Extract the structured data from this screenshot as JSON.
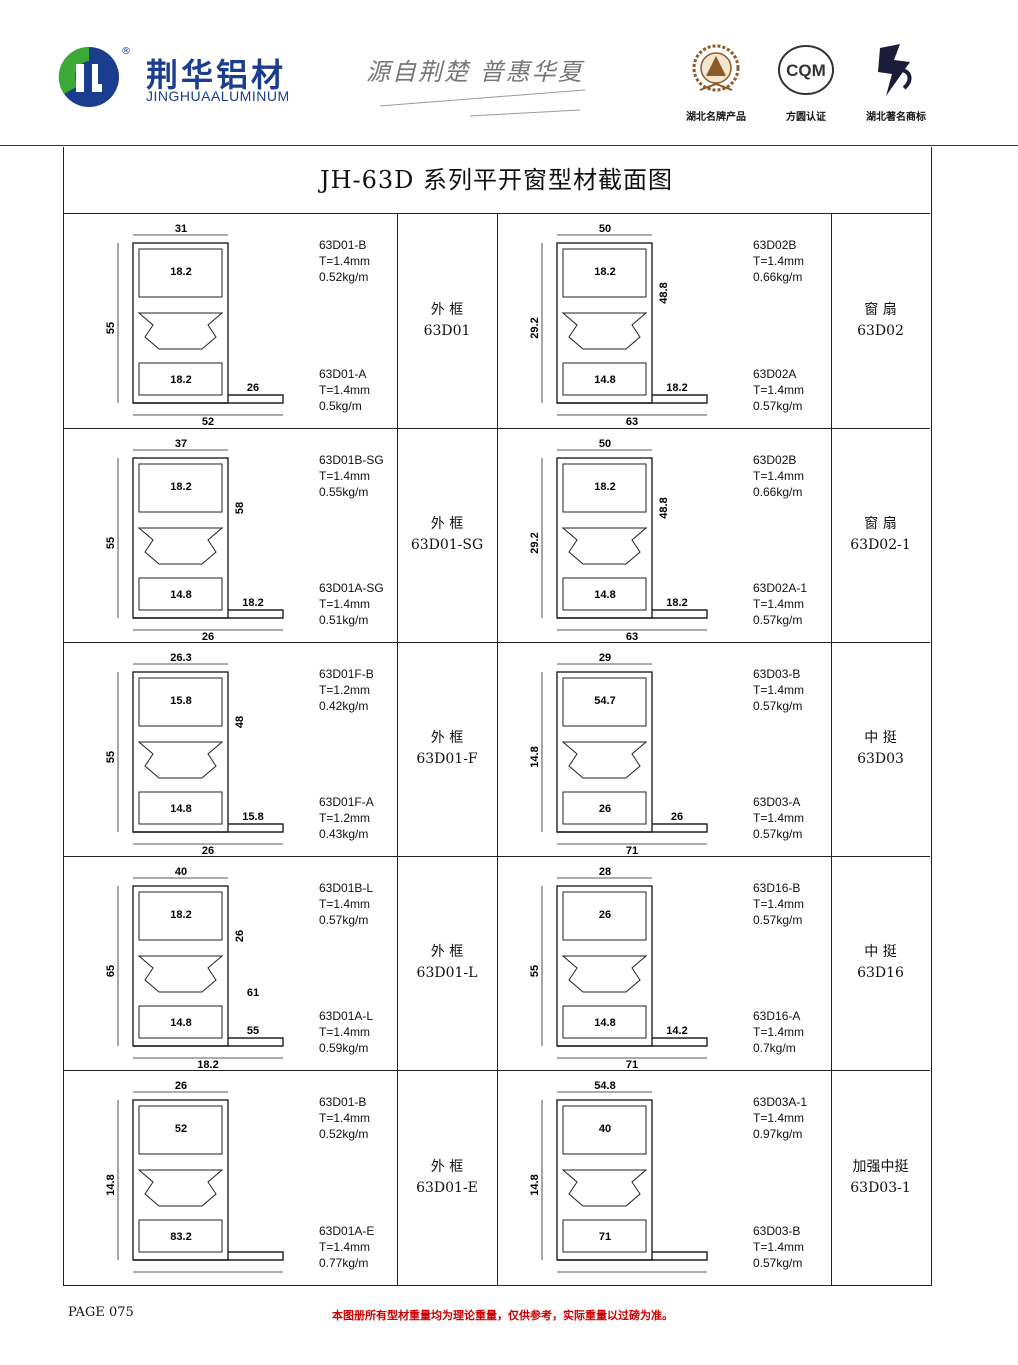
{
  "header": {
    "brand_cn": "荆华铝材",
    "brand_en": "JINGHUAALUMINUM",
    "registered": "®",
    "slogan": "源自荆楚  普惠华夏",
    "certs": [
      {
        "label": "湖北名牌产品",
        "icon": "hubei-brand-emblem-icon"
      },
      {
        "label": "方圆认证",
        "icon": "cqm-certification-icon",
        "mark": "CQM"
      },
      {
        "label": "湖北著名商标",
        "icon": "famous-trademark-icon"
      }
    ],
    "colors": {
      "brand_blue": "#1a3d8f",
      "brand_green": "#3aa935",
      "note_red": "#cc0000"
    }
  },
  "title": "JH-63D 系列平开窗型材截面图",
  "rows": [
    {
      "left": {
        "name_line1": "外 框",
        "name_line2": "63D01",
        "spec_top": [
          "63D01-B",
          "T=1.4mm",
          "0.52kg/m"
        ],
        "spec_bottom": [
          "63D01-A",
          "T=1.4mm",
          "0.5kg/m"
        ],
        "dims": [
          "31",
          "18.2",
          "55",
          "18.2",
          "26",
          "52"
        ]
      },
      "right": {
        "name_line1": "窗 扇",
        "name_line2": "63D02",
        "spec_top": [
          "63D02B",
          "T=1.4mm",
          "0.66kg/m"
        ],
        "spec_bottom": [
          "63D02A",
          "T=1.4mm",
          "0.57kg/m"
        ],
        "dims": [
          "50",
          "18.2",
          "29.2",
          "14.8",
          "18.2",
          "63",
          "48.8"
        ]
      }
    },
    {
      "left": {
        "name_line1": "外 框",
        "name_line2": "63D01-SG",
        "spec_top": [
          "63D01B-SG",
          "T=1.4mm",
          "0.55kg/m"
        ],
        "spec_bottom": [
          "63D01A-SG",
          "T=1.4mm",
          "0.51kg/m"
        ],
        "dims": [
          "37",
          "18.2",
          "55",
          "14.8",
          "18.2",
          "26",
          "58"
        ]
      },
      "right": {
        "name_line1": "窗 扇",
        "name_line2": "63D02-1",
        "spec_top": [
          "63D02B",
          "T=1.4mm",
          "0.66kg/m"
        ],
        "spec_bottom": [
          "63D02A-1",
          "T=1.4mm",
          "0.57kg/m"
        ],
        "dims": [
          "50",
          "18.2",
          "29.2",
          "14.8",
          "18.2",
          "63",
          "48.8"
        ]
      }
    },
    {
      "left": {
        "name_line1": "外 框",
        "name_line2": "63D01-F",
        "spec_top": [
          "63D01F-B",
          "T=1.2mm",
          "0.42kg/m"
        ],
        "spec_bottom": [
          "63D01F-A",
          "T=1.2mm",
          "0.43kg/m"
        ],
        "dims": [
          "26.3",
          "15.8",
          "55",
          "14.8",
          "15.8",
          "26",
          "48"
        ]
      },
      "right": {
        "name_line1": "中 挺",
        "name_line2": "63D03",
        "spec_top": [
          "63D03-B",
          "T=1.4mm",
          "0.57kg/m"
        ],
        "spec_bottom": [
          "63D03-A",
          "T=1.4mm",
          "0.57kg/m"
        ],
        "dims": [
          "29",
          "54.7",
          "14.8",
          "26",
          "26",
          "71"
        ]
      }
    },
    {
      "left": {
        "name_line1": "外 框",
        "name_line2": "63D01-L",
        "spec_top": [
          "63D01B-L",
          "T=1.4mm",
          "0.57kg/m"
        ],
        "spec_bottom": [
          "63D01A-L",
          "T=1.4mm",
          "0.59kg/m"
        ],
        "dims": [
          "40",
          "18.2",
          "65",
          "14.8",
          "55",
          "18.2",
          "26",
          "61"
        ]
      },
      "right": {
        "name_line1": "中 挺",
        "name_line2": "63D16",
        "spec_top": [
          "63D16-B",
          "T=1.4mm",
          "0.57kg/m"
        ],
        "spec_bottom": [
          "63D16-A",
          "T=1.4mm",
          "0.7kg/m"
        ],
        "dims": [
          "28",
          "26",
          "55",
          "14.8",
          "14.2",
          "71"
        ]
      }
    },
    {
      "left": {
        "name_line1": "外 框",
        "name_line2": "63D01-E",
        "spec_top": [
          "63D01-B",
          "T=1.4mm",
          "0.52kg/m"
        ],
        "spec_bottom": [
          "63D01A-E",
          "T=1.4mm",
          "0.77kg/m"
        ],
        "dims": [
          "26",
          "52",
          "14.8",
          "83.2"
        ]
      },
      "right": {
        "name_line1": "加强中挺",
        "name_line2": "63D03-1",
        "spec_top": [
          "63D03A-1",
          "T=1.4mm",
          "0.97kg/m"
        ],
        "spec_bottom": [
          "63D03-B",
          "T=1.4mm",
          "0.57kg/m"
        ],
        "dims": [
          "54.8",
          "40",
          "14.8",
          "71"
        ]
      }
    }
  ],
  "footer": {
    "page": "PAGE 075",
    "note": "本图册所有型材重量均为理论重量，仅供参考，实际重量以过磅为准。"
  }
}
